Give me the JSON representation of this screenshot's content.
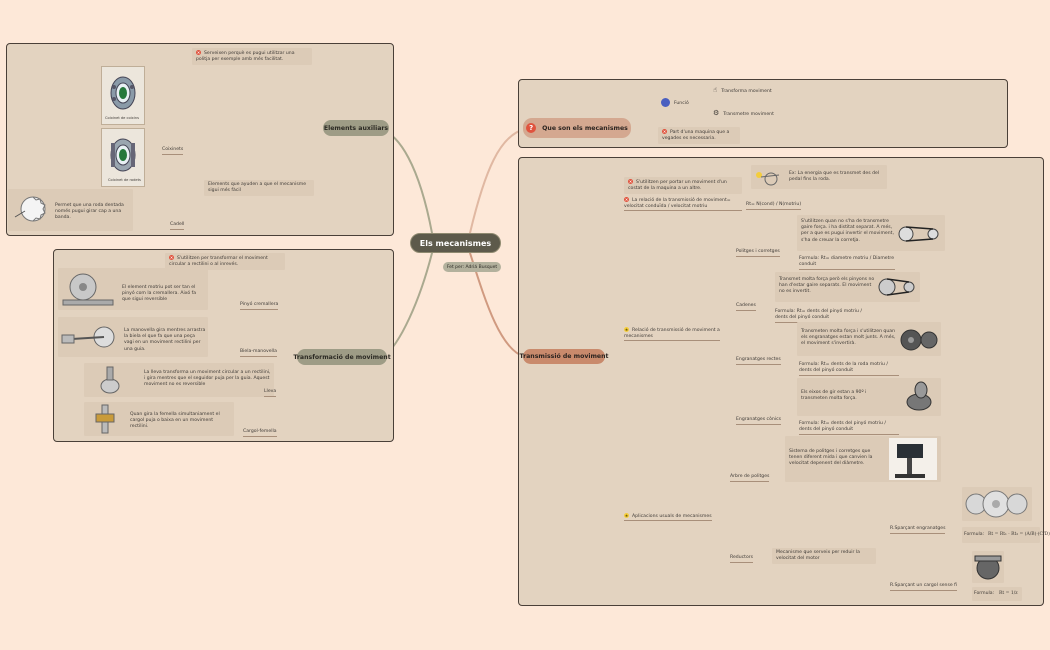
{
  "central": {
    "title": "Els mecanismes",
    "author": "Fet per: Adriá Busquet"
  },
  "aux": {
    "title": "Elements auxiliars",
    "desc1": "Serveixen perquè es pugui utilitzar una politja per exemple amb més facilitat.",
    "coixinets": "Coixinets",
    "img1_caption": "Coixinet de coixins",
    "img2_caption": "Coixinet de rodets",
    "desc2": "Elements que ayuden a que el mecanisme sigui més fàcil",
    "cadell": "Cadell",
    "cadell_desc": "Permet que una roda dentada només pugui girar cap a una banda."
  },
  "tm": {
    "title": "Transformació de moviment",
    "desc": "S'utilitzen per transformar el moviment circular a rectilini o al inrevés.",
    "pinyon": "Pinyó cremallera",
    "pinyon_desc": "El element motriu pot ser tan el pinyó com la cremallera. Aixó fa que sigui reversible",
    "biela": "Biela-manovella",
    "biela_desc": "La manovella gira mentres arrastra la biela el que fa que una peça vagi en un moviment rectilini per una guia.",
    "lleva": "Lleva",
    "lleva_desc": "La lleva transforma un moviment circular a un rectilini, i gira mentres que el seguidor puja per la guia. Aquest moviment no es reversible",
    "cargol": "Cargol-femella",
    "cargol_desc": "Quan gira la femella simultaniament el cargol puja o baixa en un moviment rectilini."
  },
  "que": {
    "title": "Que son els mecanismes",
    "funcio": "Funció",
    "transforma": "Transforma moviment",
    "transmet": "Transmetre moviment",
    "part": "Part d'una maquina que a vegades es necessaria."
  },
  "tr": {
    "title": "Transmissió de moviment",
    "item1": "S'utilitzen per portar un moviment d'un costat de la maquina a un altre.",
    "item1_ex": "Ex: La energia que es transmet des del pedal fins la roda.",
    "item2": "La relació de la transmissió de moviment= velocitat conduïda / velocitat motriu",
    "item2_formula": "Rt= N(cond) / N(motriu)",
    "relacio": "Relació de transmissió de moviment a mecanismes",
    "politges": "Politges i corretges",
    "politges_desc": "S'utilitzen quan no s'ha de transmetre gaire força. i ha distitat separat. A més, per a que es pugui invertir el moviment, s'ha de creuar la corretja.",
    "politges_formula": "Formula: Rt= diametre motriu / Diametre conduit",
    "cadenes": "Cadenes",
    "cadenes_desc": "Transmet molta força però els pinyons no han d'estar gaire separats. El moviment no es invertit.",
    "cadenes_formula": "Formula: Rt= dents del pinyó motriu / dents del pinyó conduit",
    "rectes": "Engranatges rectes",
    "rectes_desc": "Transmeten molta força i s'utilitzen quan els engranatges estan molt junts. A més, el moviment s'invertirà.",
    "rectes_formula": "Formula: Rt= dents de la roda motriu / dents del pinyó conduit",
    "conics": "Engranatges cònics",
    "conics_desc": "Els eixos de gir estan a 90º i transmeten molta força.",
    "conics_formula": "Formula: Rt= dents del pinyó motriu / dents del pinyó conduit",
    "aplicacions": "Aplicacions usuals de mecanismes",
    "arbre": "Arbre de politges",
    "arbre_desc": "Sistema de politges i corretges que tenen diferent mida i que canvien la velocitat depenent del diàmetre.",
    "reductors": "Reductors",
    "reductors_desc": "Mecanisme que serveix per reduir la velocitat del motor",
    "r_engr": "R.Sparçant engranatges",
    "r_cargol": "R.Sparçant un cargol sense fi",
    "formula_label": "Formula:",
    "formula1": "Rt = Rt₁ · Rt₂ = (A/B)·(C/D)",
    "formula2": "Rt = 1/z"
  }
}
